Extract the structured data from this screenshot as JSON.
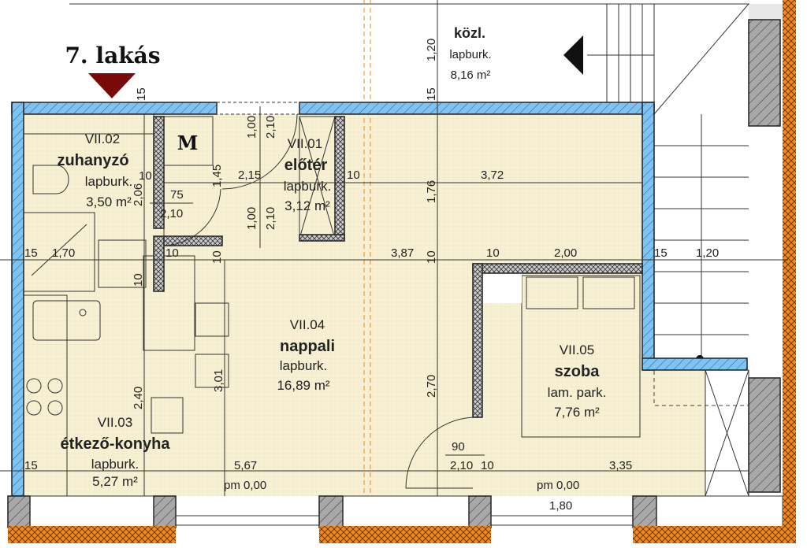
{
  "title": "7. lakás",
  "entry_marker_color": "#7a0a0a",
  "colors": {
    "wall_blue": "#7fc3f2",
    "floor": "#f7f0d2",
    "orange": "#f08a1c",
    "gray": "#b0b0b0"
  },
  "rooms": [
    {
      "id": "VII.02",
      "name": "zuhanyzó",
      "floor": "lapburk.",
      "area": "3,50 m²"
    },
    {
      "id": "VII.01",
      "name": "előtér",
      "floor": "lapburk.",
      "area": "3,12 m²"
    },
    {
      "id": "VII.04",
      "name": "nappali",
      "floor": "lapburk.",
      "area": "16,89 m²"
    },
    {
      "id": "VII.03",
      "name": "étkező-konyha",
      "floor": "lapburk.",
      "area": "5,27 m²"
    },
    {
      "id": "VII.05",
      "name": "szoba",
      "floor": "lam. park.",
      "area": "7,76 m²"
    }
  ],
  "corridor": {
    "name": "közl.",
    "floor": "lapburk.",
    "area": "8,16 m²"
  },
  "meter_label": "M",
  "dimensions": [
    "15",
    "15",
    "1,20",
    "1,00",
    "2,10",
    "1,00",
    "2,10",
    "10",
    "2,06",
    "75",
    "2,10",
    "1,45",
    "2,15",
    "10",
    "1,76",
    "3,72",
    "15",
    "1,70",
    "10",
    "10",
    "3,87",
    "10",
    "10",
    "2,00",
    "15",
    "1,20",
    "10",
    "2,40",
    "3,01",
    "2,70",
    "15",
    "5,67",
    "90",
    "2,10",
    "10",
    "3,35",
    "pm 0,00",
    "pm 0,00",
    "1,80"
  ]
}
